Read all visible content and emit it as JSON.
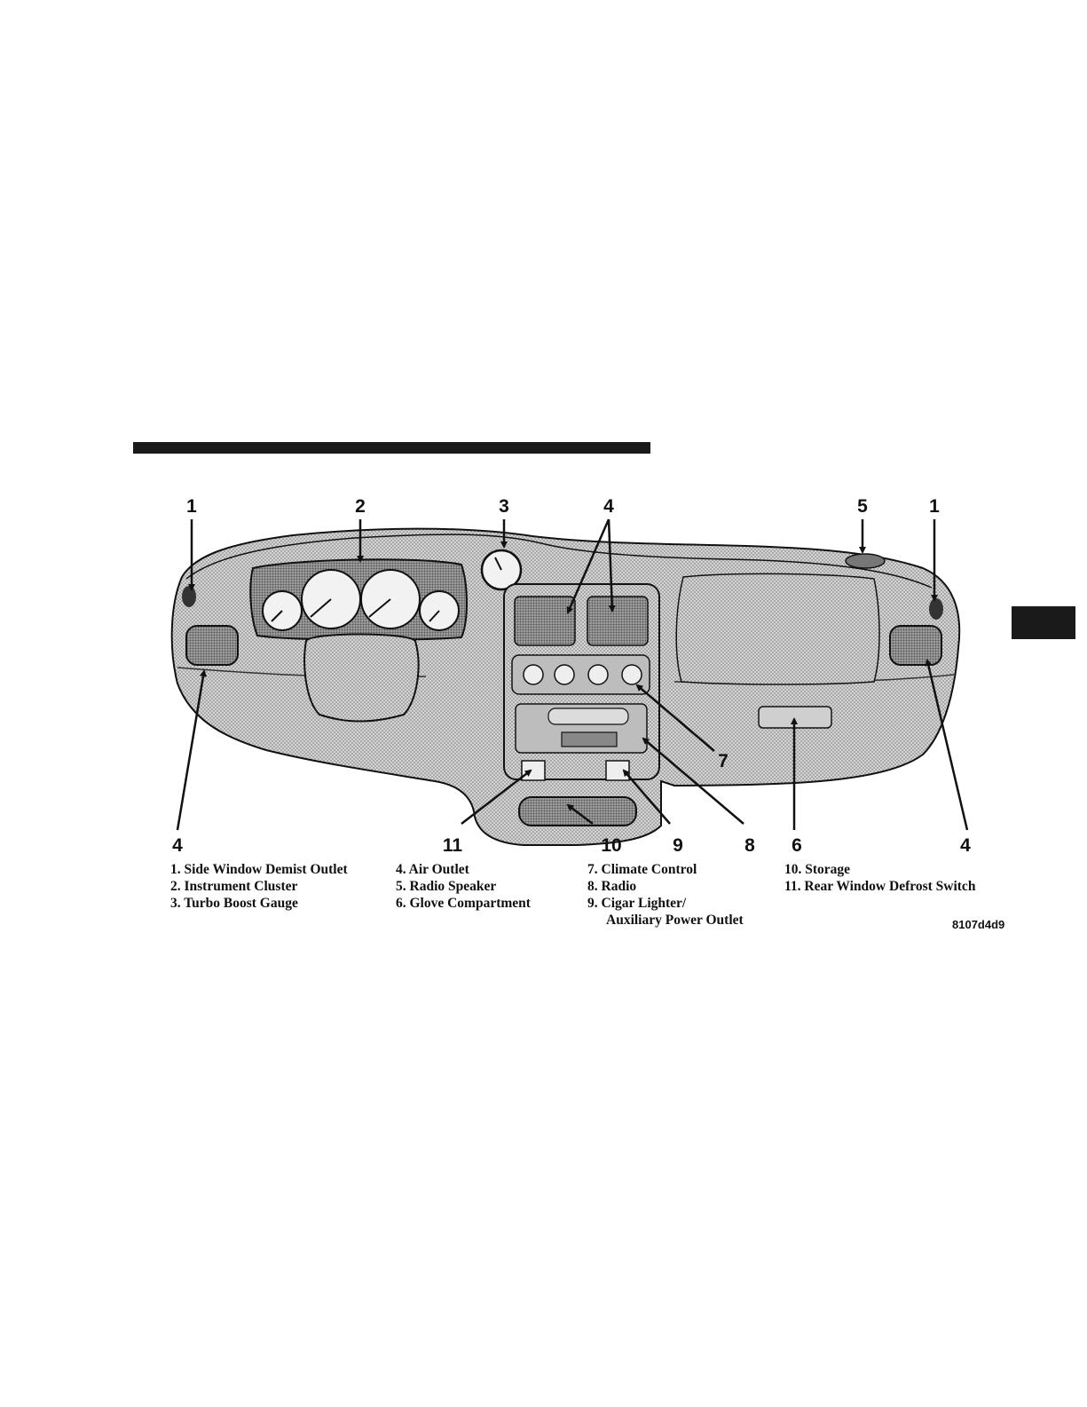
{
  "callouts": {
    "top": [
      "1",
      "2",
      "3",
      "4",
      "5",
      "1"
    ],
    "bottom": [
      "4",
      "11",
      "10",
      "9",
      "8",
      "6",
      "4"
    ],
    "right": [
      "7"
    ]
  },
  "legend": {
    "col1": [
      "1. Side Window Demist Outlet",
      "2. Instrument Cluster",
      "3. Turbo Boost Gauge"
    ],
    "col2": [
      "4. Air Outlet",
      "5. Radio Speaker",
      "6. Glove Compartment"
    ],
    "col3": [
      "7. Climate Control",
      "8. Radio",
      "9. Cigar Lighter/",
      "Auxiliary Power Outlet"
    ],
    "col4": [
      "10. Storage",
      "11. Rear Window Defrost Switch"
    ]
  },
  "figure_id": "8107d4d9",
  "colors": {
    "ink": "#1a1a1a",
    "dash_fill": "#c8c8c8",
    "dash_shade": "#9a9a9a"
  }
}
